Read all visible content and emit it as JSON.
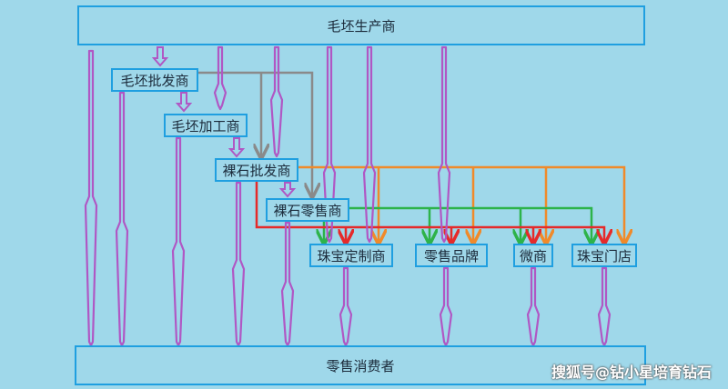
{
  "nodes": {
    "producer": "毛坯生产商",
    "rough_wholesaler": "毛坯批发商",
    "rough_processor": "毛坯加工商",
    "bare_wholesaler": "裸石批发商",
    "bare_retailer": "裸石零售商",
    "custom_jeweler": "珠宝定制商",
    "retail_brand": "零售品牌",
    "micro_merchant": "微商",
    "jewelry_store": "珠宝门店",
    "consumer": "零售消费者"
  },
  "watermark": "搜狐号@钻小星培育钻石",
  "colors": {
    "background": "#9fd8ea",
    "box_border": "#1f9fe0",
    "purple": "#b057c4",
    "gray": "#8a8a8a",
    "orange": "#f08a2a",
    "green": "#2db34a",
    "red": "#e52a2a"
  }
}
